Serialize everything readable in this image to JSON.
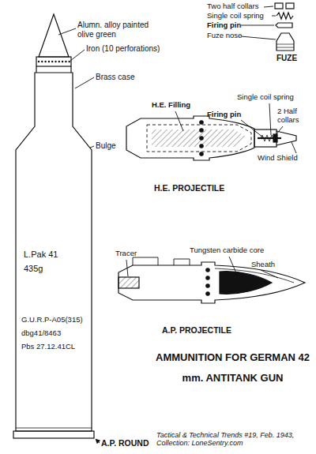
{
  "diagram": {
    "title": "AMMUNITION FOR GERMAN 42 mm. ANTITANK GUN",
    "caption": "Tactical & Technical Trends #19, Feb. 1943, Collection: LoneSentry.com",
    "labels": [
      "Alumn. alloy painted olive green",
      "Iron (10 perforations)",
      "Brass case",
      "Bulge",
      "L.Pak 41",
      "435g",
      "G.U.R.P-A05(315)",
      "dbg41/8463",
      "Pbs 27.12.41CL",
      "A.P. ROUND",
      "Two half collars",
      "Single coil spring",
      "Firing pin",
      "Fuze nose",
      "FUZE",
      "H.E. Filling",
      "Firing pin",
      "Single coil spring",
      "2 Half collars",
      "Wind Shield",
      "H.E. PROJECTILE",
      "Tracer",
      "Tungsten carbide core",
      "Sheath",
      "A.P. PROJECTILE"
    ]
  }
}
